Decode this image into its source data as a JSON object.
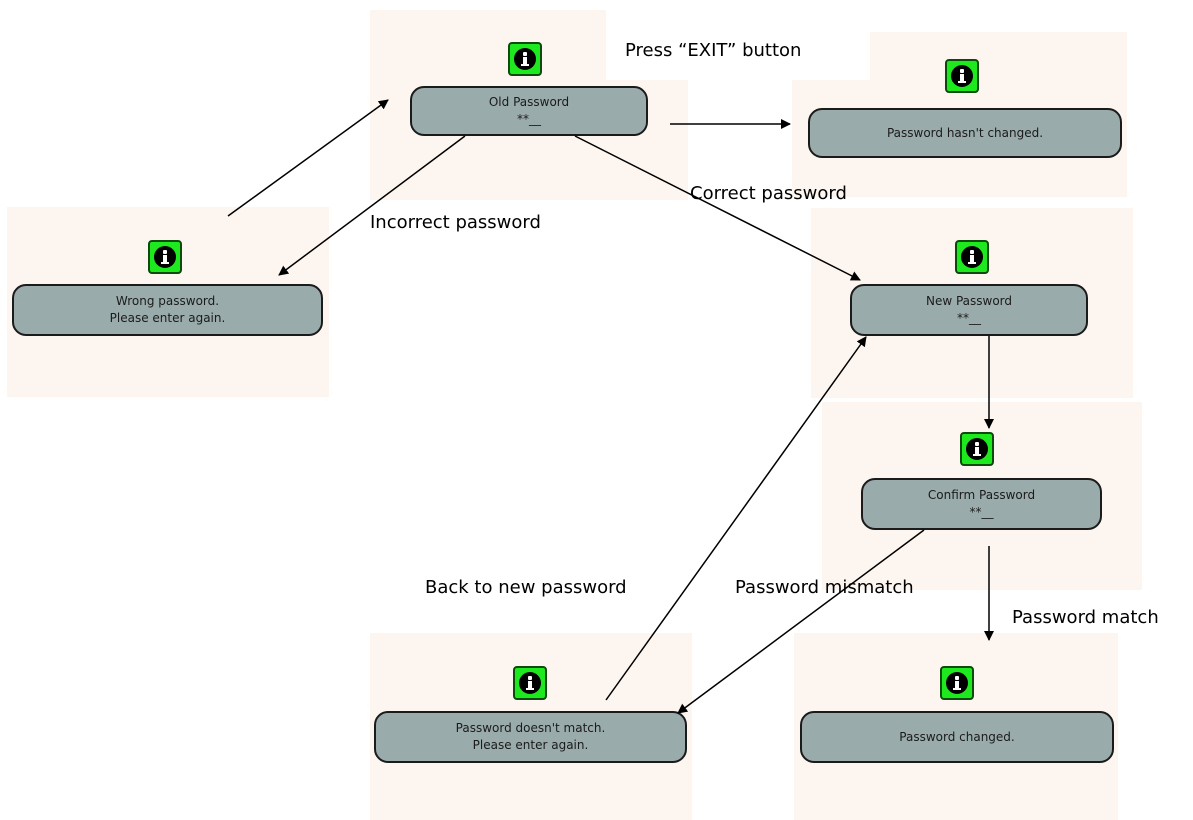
{
  "nodes": {
    "old_password": {
      "title": "Old Password",
      "value": "**__"
    },
    "not_changed": {
      "message": "Password hasn't changed."
    },
    "wrong_password": {
      "line1": "Wrong password.",
      "line2": "Please enter again."
    },
    "new_password": {
      "title": "New Password",
      "value": "**__"
    },
    "confirm_password": {
      "title": "Confirm Password",
      "value": "**__"
    },
    "mismatch": {
      "line1": "Password doesn't match.",
      "line2": "Please enter again."
    },
    "changed": {
      "message": "Password changed."
    }
  },
  "edges": {
    "press_exit": "Press “EXIT” button",
    "correct": "Correct password",
    "incorrect": "Incorrect password",
    "back_to_new": "Back to new password",
    "mismatch": "Password mismatch",
    "match": "Password match"
  },
  "icon": "info-icon",
  "colors": {
    "panel_bg": "#fdf5ef",
    "icon_green": "#1ee91e",
    "box_fill": "#9aabab",
    "box_border": "#1b1b1b"
  }
}
